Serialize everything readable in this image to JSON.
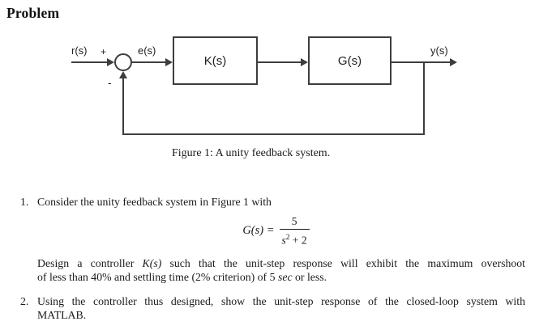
{
  "title": "Problem",
  "diagram": {
    "input_label": "r(s)",
    "plus_sign": "+",
    "minus_sign": "-",
    "error_label": "e(s)",
    "controller_label": "K(s)",
    "plant_label": "G(s)",
    "output_label": "y(s)",
    "caption": "Figure 1: A unity feedback system."
  },
  "items": {
    "item1": {
      "number": "1.",
      "text": "Consider the unity feedback system in Figure 1 with"
    },
    "equation": {
      "lhs": "G(s) =",
      "numerator": "5",
      "den_var": "s",
      "den_exp": "2",
      "den_tail": " + 2"
    },
    "design": {
      "seg1": "Design a controller ",
      "seg2": "K(s)",
      "seg3": " such that the unit-step response will exhibit the maximum overshoot",
      "line2_seg1": "of less than 40% and settling time (2% criterion) of 5 ",
      "line2_seg2": "sec",
      "line2_seg3": " or less."
    },
    "item2": {
      "number": "2.",
      "line1": "Using the controller thus designed, show the unit-step response of the closed-loop system with",
      "line2": "MATLAB."
    }
  }
}
